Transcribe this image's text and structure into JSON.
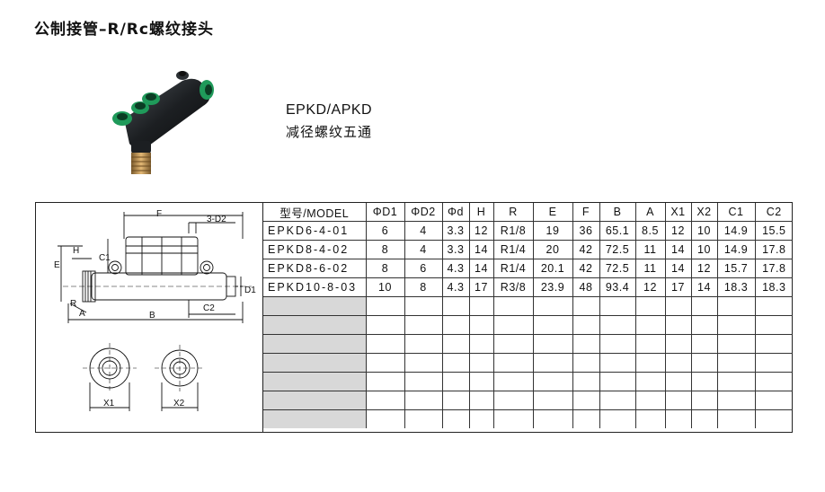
{
  "page": {
    "title": "公制接管–R/Rc螺纹接头"
  },
  "product": {
    "code": "EPKD/APKD",
    "description": "减径螺纹五通"
  },
  "drawing": {
    "labels": {
      "F": "F",
      "D2": "3-D2",
      "H": "H",
      "C1": "C1",
      "E": "E",
      "D1": "D1",
      "R": "R",
      "A": "A",
      "C2": "C2",
      "B": "B",
      "X1": "X1",
      "X2": "X2"
    }
  },
  "table": {
    "headers": [
      "型号/MODEL",
      "ΦD1",
      "ΦD2",
      "Φd",
      "H",
      "R",
      "E",
      "F",
      "B",
      "A",
      "X1",
      "X2",
      "C1",
      "C2"
    ],
    "rows": [
      [
        "EPKD6-4-01",
        "6",
        "4",
        "3.3",
        "12",
        "R1/8",
        "19",
        "36",
        "65.1",
        "8.5",
        "12",
        "10",
        "14.9",
        "15.5"
      ],
      [
        "EPKD8-4-02",
        "8",
        "4",
        "3.3",
        "14",
        "R1/4",
        "20",
        "42",
        "72.5",
        "11",
        "14",
        "10",
        "14.9",
        "17.8"
      ],
      [
        "EPKD8-6-02",
        "8",
        "6",
        "4.3",
        "14",
        "R1/4",
        "20.1",
        "42",
        "72.5",
        "11",
        "14",
        "12",
        "15.7",
        "17.8"
      ],
      [
        "EPKD10-8-03",
        "10",
        "8",
        "4.3",
        "17",
        "R3/8",
        "23.9",
        "48",
        "93.4",
        "12",
        "17",
        "14",
        "18.3",
        "18.3"
      ]
    ],
    "empty_rows": 7
  },
  "colors": {
    "fitting_body": "#1c1f22",
    "collet_green": "#1f9a5a",
    "brass_thread": "#b8894a",
    "empty_model_cell": "#d8d8d8"
  }
}
